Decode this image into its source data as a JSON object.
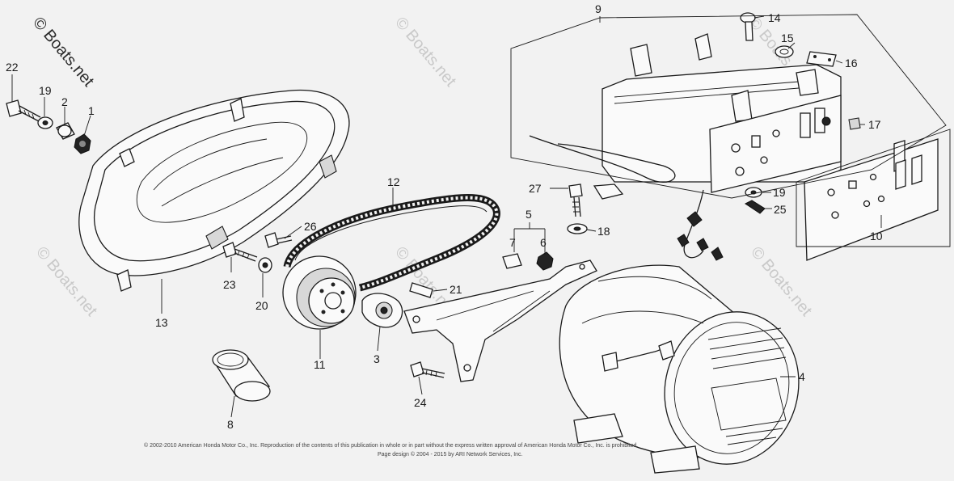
{
  "watermarks": [
    "© Boats.net",
    "© Boats.net",
    "© Boats.net",
    "© Boats.net",
    "© Boats.net",
    "© Boats.net"
  ],
  "copyright": [
    "© 2002-2010 American Honda Motor Co., Inc. Reproduction of the contents of this publication in whole or in part without the express written approval of American Honda Motor Co., Inc. is prohibited.",
    "Page design © 2004 - 2015 by ARI Network Services, Inc."
  ],
  "parts": [
    {
      "num": "1"
    },
    {
      "num": "2"
    },
    {
      "num": "3"
    },
    {
      "num": "4"
    },
    {
      "num": "5"
    },
    {
      "num": "6"
    },
    {
      "num": "7"
    },
    {
      "num": "8"
    },
    {
      "num": "9"
    },
    {
      "num": "10"
    },
    {
      "num": "11"
    },
    {
      "num": "12"
    },
    {
      "num": "13"
    },
    {
      "num": "14"
    },
    {
      "num": "15"
    },
    {
      "num": "16"
    },
    {
      "num": "17"
    },
    {
      "num": "18"
    },
    {
      "num": "19"
    },
    {
      "num": "19"
    },
    {
      "num": "20"
    },
    {
      "num": "21"
    },
    {
      "num": "22"
    },
    {
      "num": "23"
    },
    {
      "num": "24"
    },
    {
      "num": "25"
    },
    {
      "num": "26"
    },
    {
      "num": "27"
    }
  ]
}
